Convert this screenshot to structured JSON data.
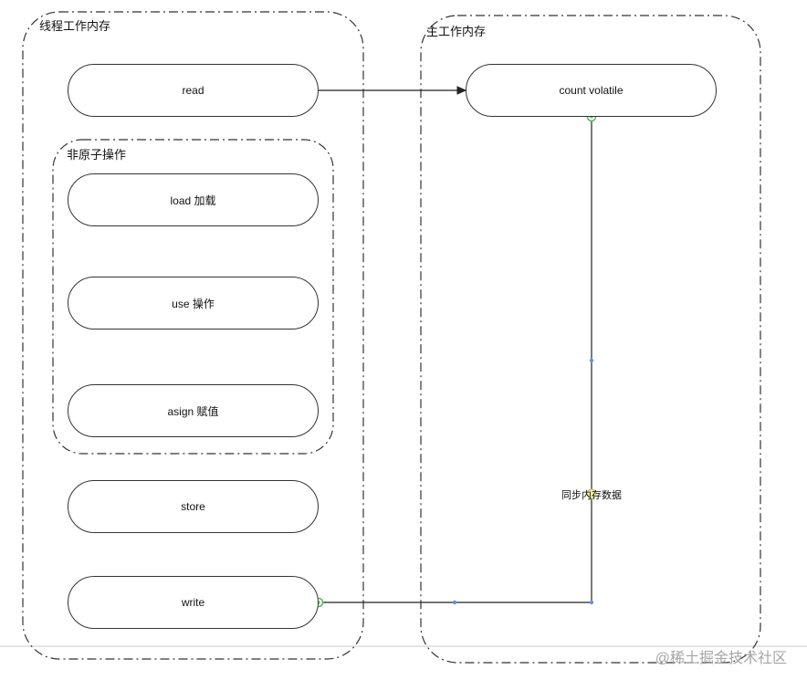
{
  "diagram": {
    "thread_memory": {
      "label": "线程工作内存"
    },
    "non_atomic": {
      "label": "非原子操作"
    },
    "main_memory": {
      "label": "主工作内存"
    },
    "nodes": {
      "read": "read",
      "load": "load 加载",
      "use": "use 操作",
      "assign": "asign 赋值",
      "store": "store",
      "write": "write",
      "count": "count volatile"
    },
    "edges": {
      "sync_label": "同步内存数据"
    },
    "colors": {
      "stroke": "#333333",
      "connector_green": "#5cb85c",
      "waypoint_blue": "#6a8fd8",
      "label_handle": "#f3f0a3"
    }
  },
  "watermark": "@稀土掘金技术社区"
}
